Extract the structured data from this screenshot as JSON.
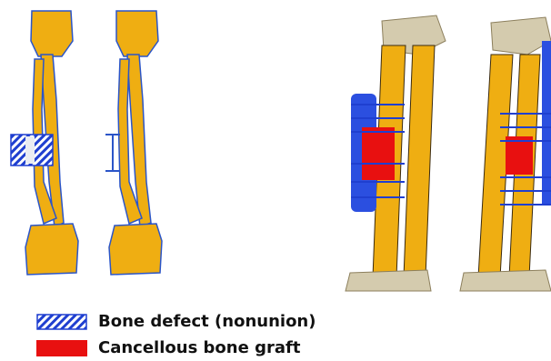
{
  "colors": {
    "bone": "#EFAE12",
    "bone_outline": "#2B55C8",
    "defect_hatch": "#1F3FD0",
    "graft": "#E81010",
    "joint_shade": "#D4CBAE"
  },
  "legend": [
    {
      "icon": "hatched-blue-swatch",
      "label": "Bone defect (nonunion)"
    },
    {
      "icon": "solid-red-swatch",
      "label": "Cancellous bone graft"
    }
  ]
}
